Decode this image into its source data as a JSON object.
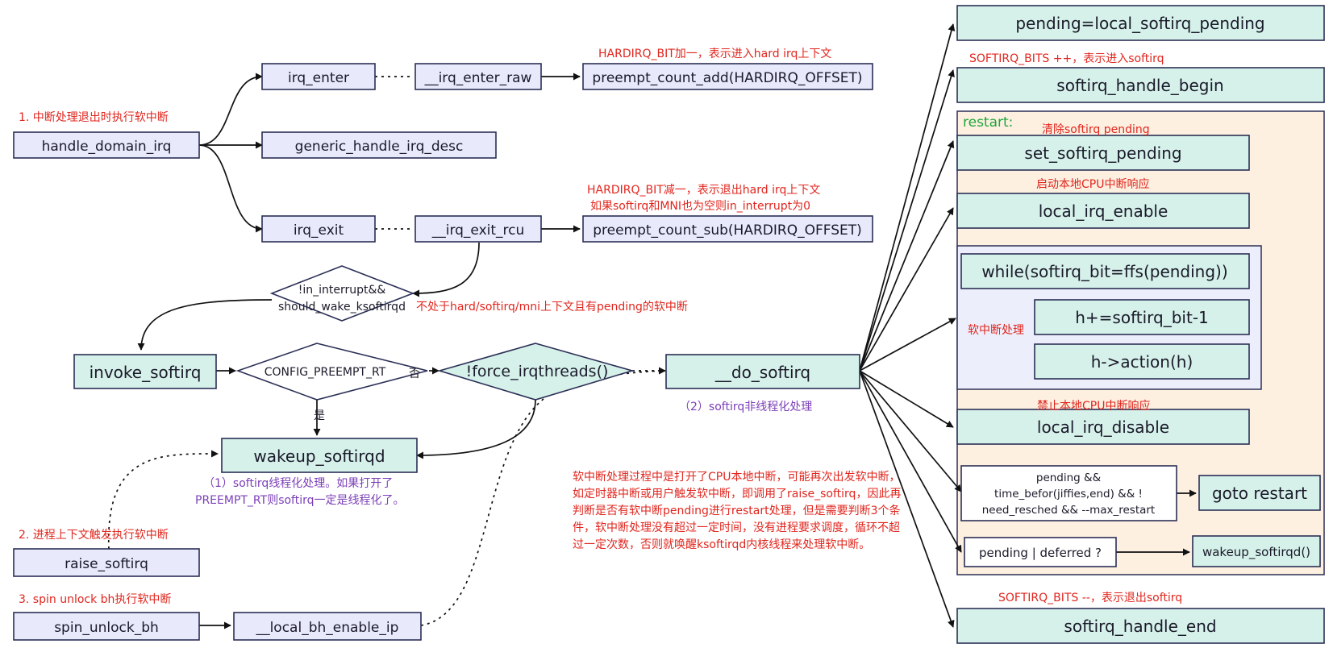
{
  "nodes": {
    "handle_domain_irq": "handle_domain_irq",
    "irq_enter": "irq_enter",
    "irq_enter_raw": "__irq_enter_raw",
    "preempt_count_add": "preempt_count_add(HARDIRQ_OFFSET)",
    "generic_handle_irq_desc": "generic_handle_irq_desc",
    "irq_exit": "irq_exit",
    "irq_exit_rcu": "__irq_exit_rcu",
    "preempt_count_sub": "preempt_count_sub(HARDIRQ_OFFSET)",
    "cond_line1": "!in_interrupt&&",
    "cond_line2": "should_wake_ksoftirqd",
    "invoke_softirq": "invoke_softirq",
    "config_preempt_rt": "CONFIG_PREEMPT_RT",
    "force_irqthreads": "!force_irqthreads()",
    "do_softirq": "__do_softirq",
    "wakeup_softirqd": "wakeup_softirqd",
    "raise_softirq": "raise_softirq",
    "spin_unlock_bh": "spin_unlock_bh",
    "local_bh_enable_ip": "__local_bh_enable_ip",
    "pending_local": "pending=local_softirq_pending",
    "softirq_handle_begin": "softirq_handle_begin",
    "set_softirq_pending": "set_softirq_pending",
    "local_irq_enable": "local_irq_enable",
    "while_loop": "while(softirq_bit=ffs(pending))",
    "h_add": "h+=softirq_bit-1",
    "h_action": "h->action(h)",
    "local_irq_disable": "local_irq_disable",
    "restart_cond_line1": "pending &&",
    "restart_cond_line2": "time_befor(jiffies,end) && !",
    "restart_cond_line3": "need_resched && --max_restart",
    "goto_restart": "goto restart",
    "pending_deferred": "pending | deferred ?",
    "wakeup_softirqd_call": "wakeup_softirqd()",
    "softirq_handle_end": "softirq_handle_end"
  },
  "labels": {
    "restart": "restart:",
    "edge_no": "否",
    "edge_yes": "是",
    "softirq_processing": "软中断处理"
  },
  "annotations": {
    "step1": "1. 中断处理退出时执行软中断",
    "step2": "2. 进程上下文触发执行软中断",
    "step3": "3. spin unlock bh执行软中断",
    "hardirq_add": "HARDIRQ_BIT加一，表示进入hard irq上下文",
    "hardirq_sub_line1": "HARDIRQ_BIT减一，表示退出hard irq上下文",
    "hardirq_sub_line2": "如果softirq和MNI也为空则in_interrupt为0",
    "cond_note": "不处于hard/softirq/mni上下文且有pending的软中断",
    "threaded_line1": "（1）softirq线程化处理。如果打开了",
    "threaded_line2": "PREEMPT_RT则softirq一定是线程化了。",
    "non_threaded": "（2）softirq非线程化处理",
    "softirq_bits_inc": "SOFTIRQ_BITS ++，表示进入softirq",
    "clear_pending": "清除softirq pending",
    "enable_cpu_irq": "启动本地CPU中断响应",
    "disable_cpu_irq": "禁止本地CPU中断响应",
    "softirq_bits_dec": "SOFTIRQ_BITS --，表示退出softirq",
    "restart_note_line1": "软中断处理过程中是打开了CPU本地中断，可能再次出发软中断，",
    "restart_note_line2": "如定时器中断或用户触发软中断，即调用了raise_softirq，因此再",
    "restart_note_line3": "判断是否有软中断pending进行restart处理，但是需要判断3个条",
    "restart_note_line4": "件，软中断处理没有超过一定时间，没有进程要求调度，循环不超",
    "restart_note_line5": "过一定次数，否则就唤醒ksoftirqd内核线程来处理软中断。"
  },
  "colors": {
    "box_lavender": "#e8eafb",
    "box_teal": "#d6f1ea",
    "restart_region": "#fdf0e1",
    "loop_region": "#eceefb",
    "annotation_red": "#e0261e",
    "annotation_purple": "#7b3fb8",
    "label_green": "#1fa53a"
  }
}
